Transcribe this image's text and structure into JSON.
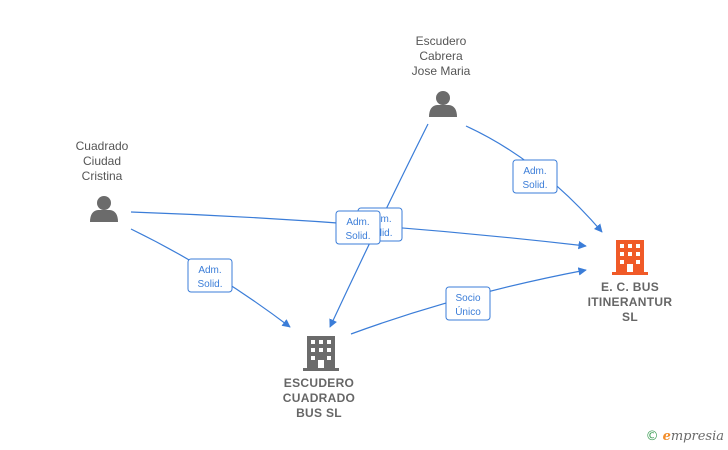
{
  "people": {
    "escudero": [
      "Escudero",
      "Cabrera",
      "Jose Maria"
    ],
    "cuadrado": [
      "Cuadrado",
      "Ciudad",
      "Cristina"
    ]
  },
  "companies": {
    "main": [
      "E.  C. BUS",
      "ITINERANTUR",
      "SL"
    ],
    "second": [
      "ESCUDERO",
      "CUADRADO",
      "BUS SL"
    ]
  },
  "edges": {
    "escudero_to_main": [
      "Adm.",
      "Solid."
    ],
    "cuadrado_to_main": [
      "Adm.",
      "Solid."
    ],
    "escudero_to_second": [
      "Adm.",
      "Solid."
    ],
    "cuadrado_to_second": [
      "Adm.",
      "Solid."
    ],
    "second_to_main": [
      "Socio",
      "Único"
    ]
  },
  "colors": {
    "edge": "#3b7dd8",
    "person_icon": "#6b6b6b",
    "main_company": "#f05a28",
    "company": "#6b6b6b"
  },
  "brand": {
    "copyright": "©",
    "initial": "e",
    "name": "mpresia"
  }
}
